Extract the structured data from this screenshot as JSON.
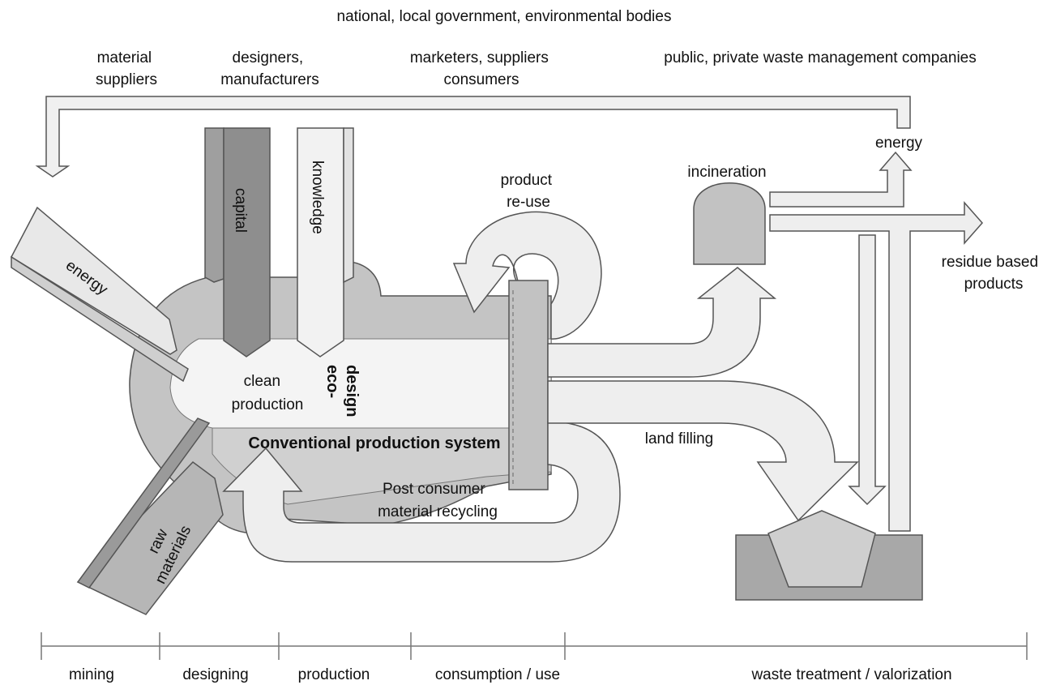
{
  "stakeholders": {
    "top": "national, local government, environmental bodies",
    "material_suppliers": [
      "material",
      "suppliers"
    ],
    "designers": [
      "designers,",
      "manufacturers"
    ],
    "marketers": [
      "marketers, suppliers",
      "consumers"
    ],
    "waste_companies": "public, private waste management companies"
  },
  "inputs": {
    "energy": "energy",
    "capital": "capital",
    "knowledge": "knowledge",
    "raw_materials": [
      "raw",
      "materials"
    ]
  },
  "core": {
    "clean_production": [
      "clean",
      "production"
    ],
    "eco_design": [
      "eco-",
      "design"
    ],
    "conventional": "Conventional production system"
  },
  "flows": {
    "product_reuse": [
      "product",
      "re-use"
    ],
    "recycling": [
      "Post consumer",
      "material recycling"
    ],
    "incineration": "incineration",
    "energy_out": "energy",
    "residue": [
      "residue based",
      "products"
    ],
    "land_filling": "land filling"
  },
  "timeline": {
    "stages": [
      "mining",
      "designing",
      "production",
      "consumption / use",
      "waste treatment / valorization"
    ]
  },
  "colors": {
    "light": "#ededed",
    "mid": "#c8c8c8",
    "dark": "#a3a3a3",
    "outline": "#555555",
    "background": "#ffffff"
  }
}
